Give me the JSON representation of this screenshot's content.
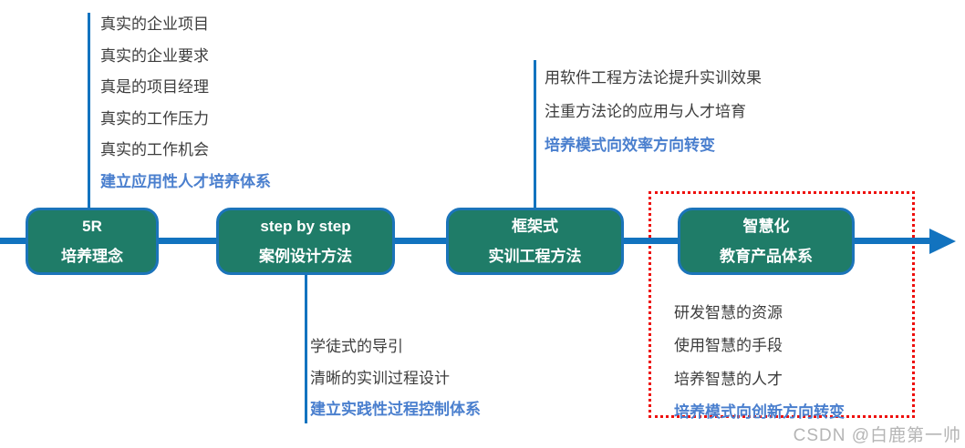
{
  "page": {
    "watermark": "CSDN @白鹿第一帅"
  },
  "colors": {
    "node_fill_green": "#1f7c68",
    "node_border_blue": "#1b74ba",
    "axis_blue": "#1273bf",
    "highlight_text_blue": "#4a7fce",
    "dotted_frame_red": "#ee0f0c",
    "body_text": "#3d3d3d",
    "watermark_gray": "#b5b5b5"
  },
  "icons": {
    "arrowhead": "right-arrow"
  },
  "timeline": {
    "nodes": [
      {
        "title": "5R",
        "subtitle": "培养理念"
      },
      {
        "title": "step by step",
        "subtitle": "案例设计方法"
      },
      {
        "title": "框架式",
        "subtitle": "实训工程方法"
      },
      {
        "title": "智慧化",
        "subtitle": "教育产品体系"
      }
    ]
  },
  "annotations": {
    "top_left": {
      "items": [
        "真实的企业项目",
        "真实的企业要求",
        "真是的项目经理",
        "真实的工作压力",
        "真实的工作机会"
      ],
      "highlight": "建立应用性人才培养体系"
    },
    "top_right": {
      "items": [
        "用软件工程方法论提升实训效果",
        "注重方法论的应用与人才培育"
      ],
      "highlight": "培养模式向效率方向转变"
    },
    "bottom_left": {
      "items": [
        "学徒式的导引",
        "清晰的实训过程设计"
      ],
      "highlight": "建立实践性过程控制体系"
    },
    "bottom_right": {
      "items": [
        "研发智慧的资源",
        "使用智慧的手段",
        "培养智慧的人才"
      ],
      "highlight": "培养模式向创新方向转变"
    }
  }
}
